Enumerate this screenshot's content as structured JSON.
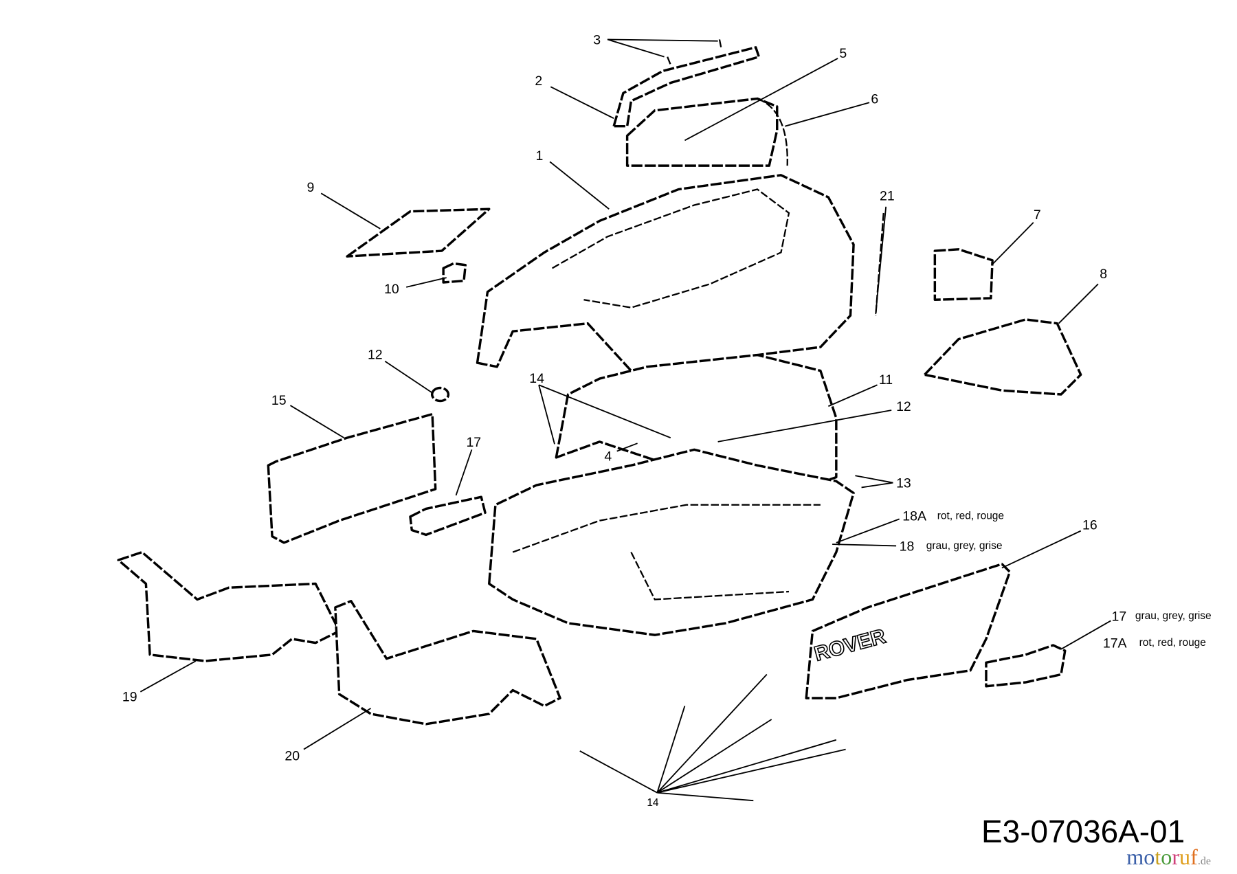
{
  "diagram": {
    "drawing_code": "E3-07036A-01",
    "watermark": "motoruf.de",
    "watermark_parts": [
      "m",
      "o",
      "t",
      "o",
      "r",
      "u",
      "f",
      ".de"
    ],
    "brand_on_part": "ROVER",
    "labels": {
      "p1": "1",
      "p2": "2",
      "p3": "3",
      "p4": "4",
      "p5": "5",
      "p6": "6",
      "p7": "7",
      "p8": "8",
      "p9": "9",
      "p10": "10",
      "p11": "11",
      "p12a": "12",
      "p12b": "12",
      "p13": "13",
      "p14a": "14",
      "p14b": "14",
      "p15": "15",
      "p16": "16",
      "p17a": "17",
      "p17b": "17",
      "p17A": "17A",
      "p18": "18",
      "p18A": "18A",
      "p19": "19",
      "p20": "20",
      "p21": "21"
    },
    "color_notes": {
      "p18A": "rot, red, rouge",
      "p18": "grau, grey, grise",
      "p17b": "grau, grey, grise",
      "p17A": "rot, red, rouge"
    },
    "watermark_colors": [
      "#3a5fa8",
      "#3a5fa8",
      "#c8a020",
      "#4a9a3a",
      "#d0407a",
      "#e0a020",
      "#e07020",
      "#888888"
    ]
  }
}
